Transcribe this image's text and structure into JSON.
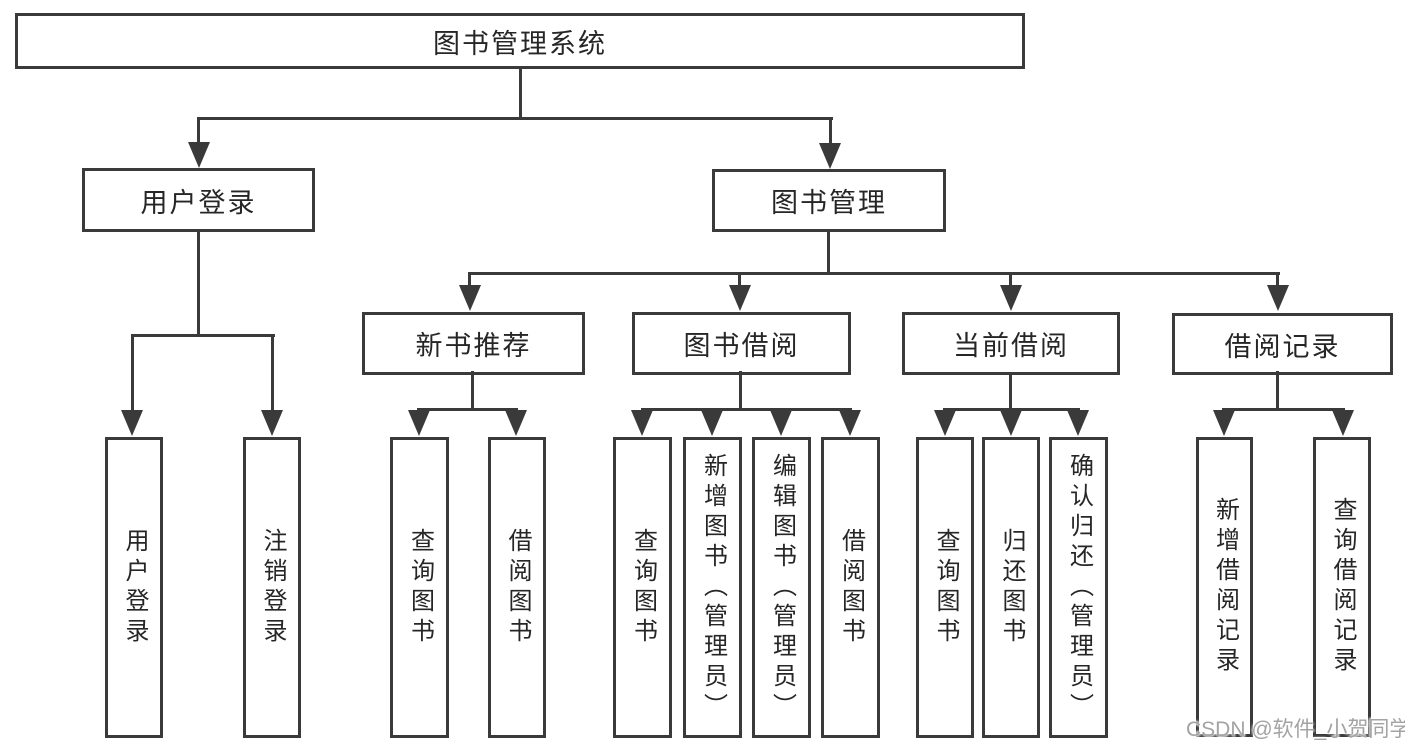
{
  "diagram_title": "图书管理系统",
  "tree": {
    "label": "图书管理系统",
    "children": [
      {
        "label": "用户登录",
        "children": [
          {
            "label": "用户登录"
          },
          {
            "label": "注销登录"
          }
        ]
      },
      {
        "label": "图书管理",
        "children": [
          {
            "label": "新书推荐",
            "children": [
              {
                "label": "查询图书"
              },
              {
                "label": "借阅图书"
              }
            ]
          },
          {
            "label": "图书借阅",
            "children": [
              {
                "label": "查询图书"
              },
              {
                "label": "新增图书（管理员）"
              },
              {
                "label": "编辑图书（管理员）"
              },
              {
                "label": "借阅图书"
              }
            ]
          },
          {
            "label": "当前借阅",
            "children": [
              {
                "label": "查询图书"
              },
              {
                "label": "归还图书"
              },
              {
                "label": "确认归还（管理员）"
              }
            ]
          },
          {
            "label": "借阅记录",
            "children": [
              {
                "label": "新增借阅记录"
              },
              {
                "label": "查询借阅记录"
              }
            ]
          }
        ]
      }
    ]
  },
  "watermark": {
    "text": "CSDN @软件_小贺同学"
  },
  "colors": {
    "line": "#3a3a3a",
    "text": "#262626",
    "background": "#ffffff",
    "watermark": "#a3a3a3"
  }
}
